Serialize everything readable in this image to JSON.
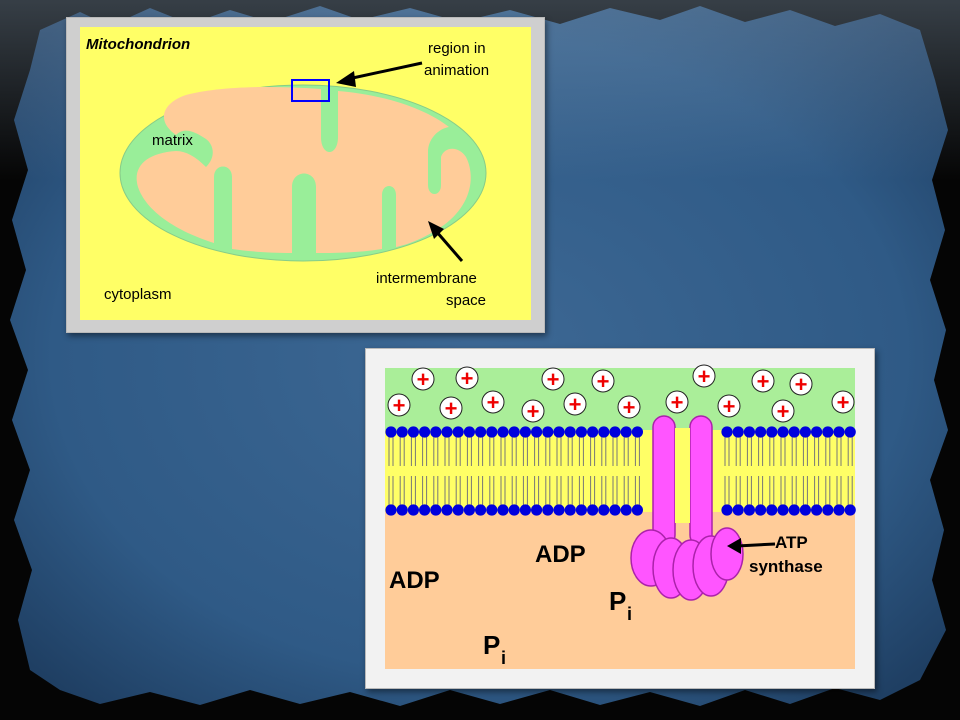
{
  "mitochondrion": {
    "title": "Mitochondrion",
    "labels": {
      "region_line1": "region in",
      "region_line2": "animation",
      "matrix": "matrix",
      "intermembrane_line1": "intermembrane",
      "intermembrane_line2": "space",
      "cytoplasm": "cytoplasm"
    }
  },
  "membrane": {
    "labels": {
      "adp_left": "ADP",
      "adp_middle": "ADP",
      "pi_symbol": "P",
      "pi_subscript": "i",
      "atp_line1": "ATP",
      "atp_line2": "synthase"
    },
    "proton_symbol": "+"
  },
  "colors": {
    "yellow": "#ffff66",
    "green": "#99ee99",
    "matrix_peach": "#ffcc99",
    "phospholipid_blue": "#0000dd",
    "atp_synthase_magenta": "#ff55ff",
    "proton_red": "#ee0000",
    "outline_blue": "#0000ff"
  }
}
